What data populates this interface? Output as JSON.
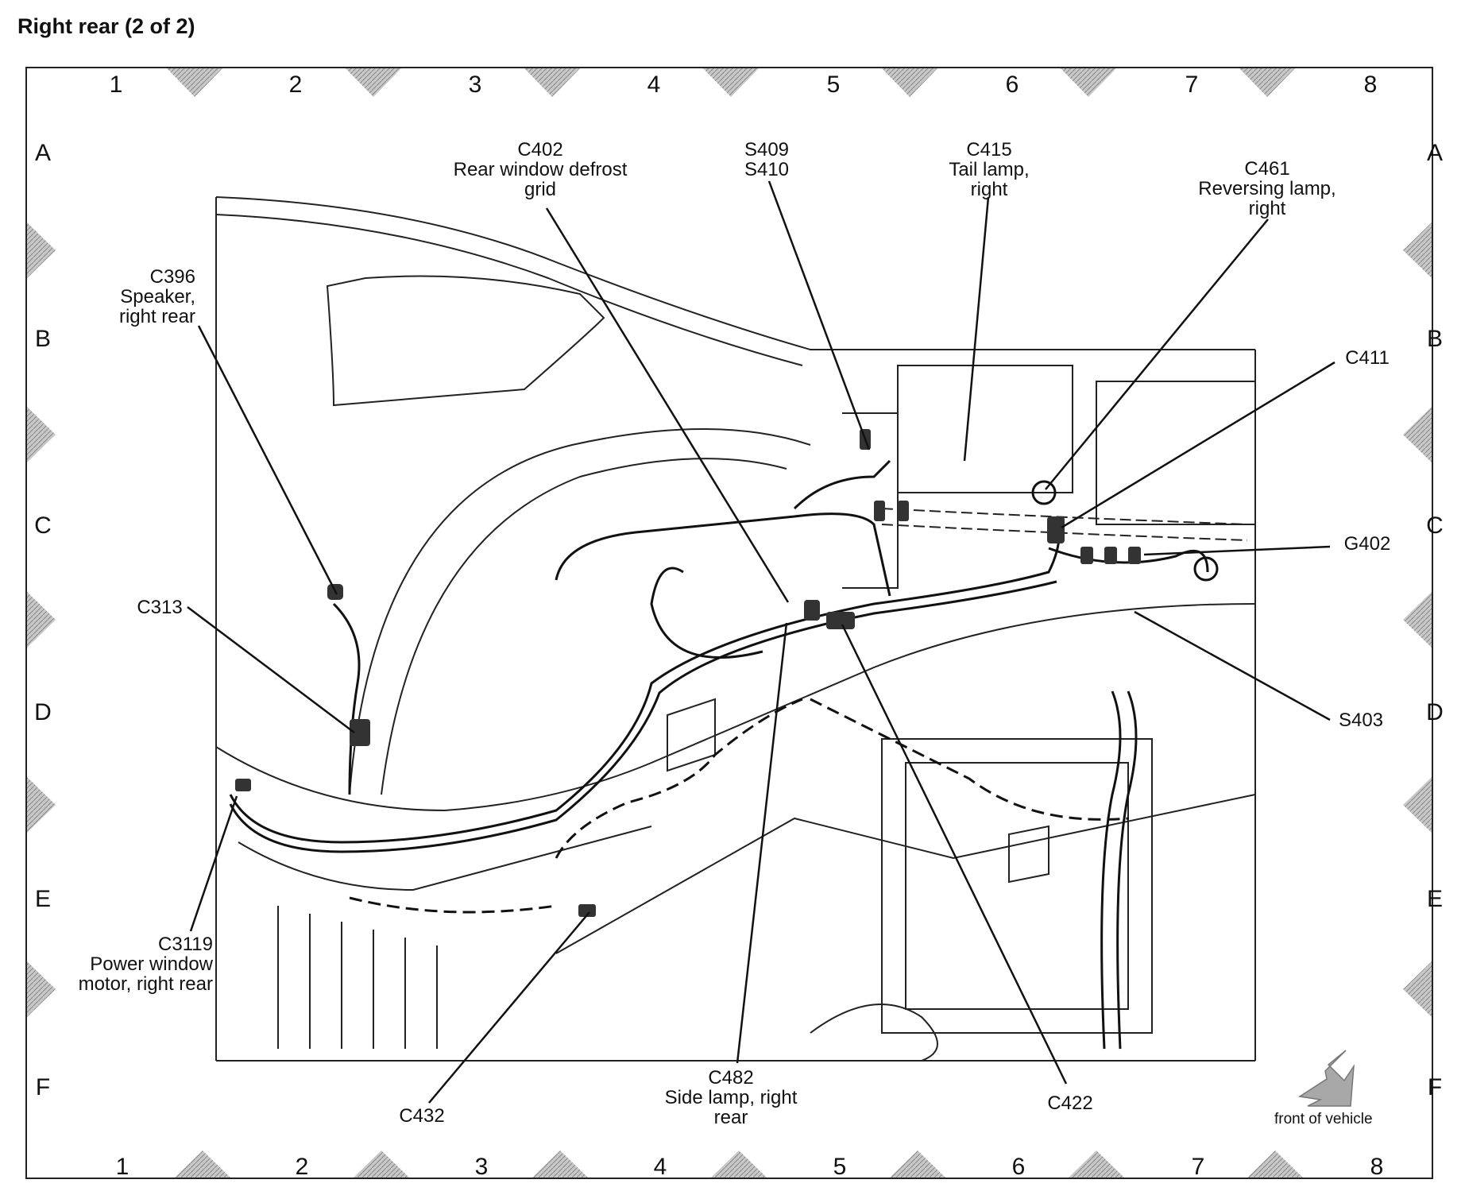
{
  "title": "Right rear (2 of 2)",
  "grid": {
    "columns": [
      "1",
      "2",
      "3",
      "4",
      "5",
      "6",
      "7",
      "8"
    ],
    "rows": [
      "A",
      "B",
      "C",
      "D",
      "E",
      "F"
    ]
  },
  "callouts": {
    "c402": {
      "id": "C402",
      "desc": "Rear window defrost grid"
    },
    "s409": {
      "id": "S409",
      "id2": "S410"
    },
    "c415": {
      "id": "C415",
      "desc": "Tail lamp, right"
    },
    "c461": {
      "id": "C461",
      "desc": "Reversing lamp, right"
    },
    "c396": {
      "id": "C396",
      "desc": "Speaker, right rear"
    },
    "c411": {
      "id": "C411"
    },
    "g402": {
      "id": "G402"
    },
    "c313": {
      "id": "C313"
    },
    "s403": {
      "id": "S403"
    },
    "c3119": {
      "id": "C3119",
      "desc": "Power window motor, right rear"
    },
    "c432": {
      "id": "C432"
    },
    "c482": {
      "id": "C482",
      "desc": "Side lamp, right rear"
    },
    "c422": {
      "id": "C422"
    }
  },
  "orientation": {
    "label": "front of vehicle",
    "icon": "arrow-down-left-icon"
  },
  "colors": {
    "marker": "#9a9a9a",
    "arrow": "#a8a8a8",
    "line": "#111111"
  }
}
